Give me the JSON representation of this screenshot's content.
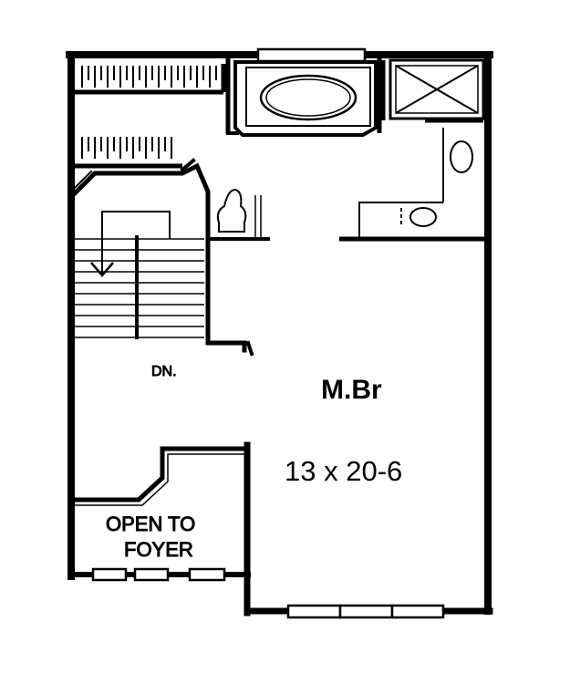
{
  "floor_plan": {
    "rooms": {
      "master_bedroom": {
        "name": "M.Br",
        "dimensions": "13 x 20-6"
      },
      "open_to_foyer": {
        "line1": "OPEN TO",
        "line2": "FOYER"
      }
    },
    "stairs": {
      "label": "DN."
    },
    "colors": {
      "ink": "#000000",
      "paper": "#ffffff"
    }
  }
}
